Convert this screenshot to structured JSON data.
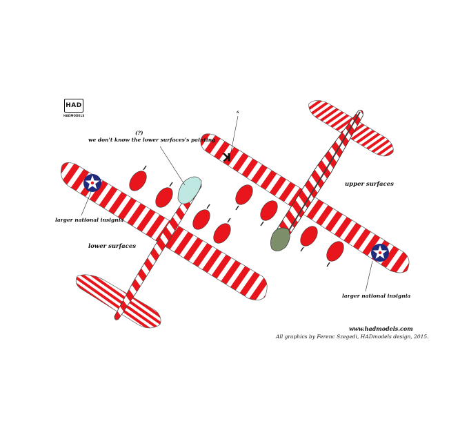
{
  "logo": {
    "mark": "HAD",
    "sub": "HADMODELS"
  },
  "labels": {
    "question": "(?)",
    "lower_note": "we don't know the lower surfaces's painting",
    "lower_insignia": "larger national insignia",
    "lower_surfaces": "lower surfaces",
    "upper_surfaces": "upper surfaces",
    "upper_insignia": "larger national insignia",
    "callout_number": "6"
  },
  "aircraft_code": "K",
  "footer": {
    "website": "www.hadmodels.com",
    "credit": "All graphics by Ferenc Szegedi, HADmodels design, 2015."
  },
  "colors": {
    "stripe_red": "#e8161c",
    "stripe_white": "#ffffff",
    "insignia_blue": "#1f2a7a",
    "glass": "#bfe8e2"
  }
}
